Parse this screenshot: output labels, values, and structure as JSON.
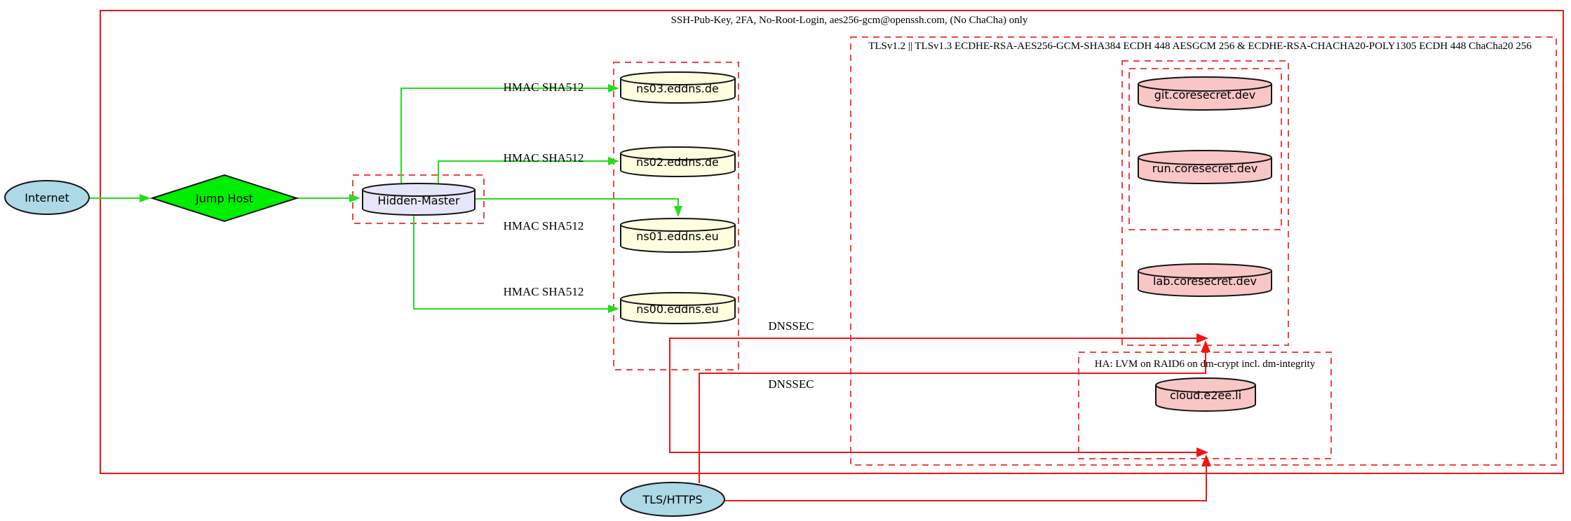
{
  "clusters": {
    "ssh_zone": {
      "label": "SSH-Pub-Key, 2FA, No-Root-Login, aes256-gcm@openssh.com, (No ChaCha) only"
    },
    "tls_zone": {
      "label": "TLSv1.2 || TLSv1.3 ECDHE-RSA-AES256-GCM-SHA384 ECDH 448 AESGCM 256 & ECDHE-RSA-CHACHA20-POLY1305 ECDH 448 ChaCha20 256"
    },
    "ha_zone": {
      "label": "HA: LVM on RAID6 on dm-crypt incl. dm-integrity"
    }
  },
  "nodes": {
    "internet": {
      "label": "Internet",
      "shape": "ellipse"
    },
    "jump_host": {
      "label": "Jump Host",
      "shape": "diamond"
    },
    "hidden_master": {
      "label": "Hidden-Master",
      "shape": "cylinder"
    },
    "ns03": {
      "label": "ns03.eddns.de",
      "shape": "cylinder"
    },
    "ns02": {
      "label": "ns02.eddns.de",
      "shape": "cylinder"
    },
    "ns01": {
      "label": "ns01.eddns.eu",
      "shape": "cylinder"
    },
    "ns00": {
      "label": "ns00.eddns.eu",
      "shape": "cylinder"
    },
    "git": {
      "label": "git.coresecret.dev",
      "shape": "cylinder"
    },
    "run": {
      "label": "run.coresecret.dev",
      "shape": "cylinder"
    },
    "lab": {
      "label": "lab.coresecret.dev",
      "shape": "cylinder"
    },
    "cloud": {
      "label": "cloud.e2ee.li",
      "shape": "cylinder"
    },
    "tls_https": {
      "label": "TLS/HTTPS",
      "shape": "ellipse"
    }
  },
  "edge_labels": {
    "hmac_ns03": "HMAC SHA512",
    "hmac_ns02": "HMAC SHA512",
    "hmac_ns01": "HMAC SHA512",
    "hmac_ns00": "HMAC SHA512",
    "dnssec_upper": "DNSSEC",
    "dnssec_lower": "DNSSEC"
  },
  "colors": {
    "node_internet": "#add8e6",
    "node_jump_host": "#00ee00",
    "node_hidden_master": "#e6e6fa",
    "node_dns": "#ffffe0",
    "node_web": "#f9c6c6",
    "node_tls_https": "#add8e6",
    "edge_secure_green": "#21dd21",
    "edge_red": "#ee1515",
    "cluster_border_red": "#f34343"
  }
}
